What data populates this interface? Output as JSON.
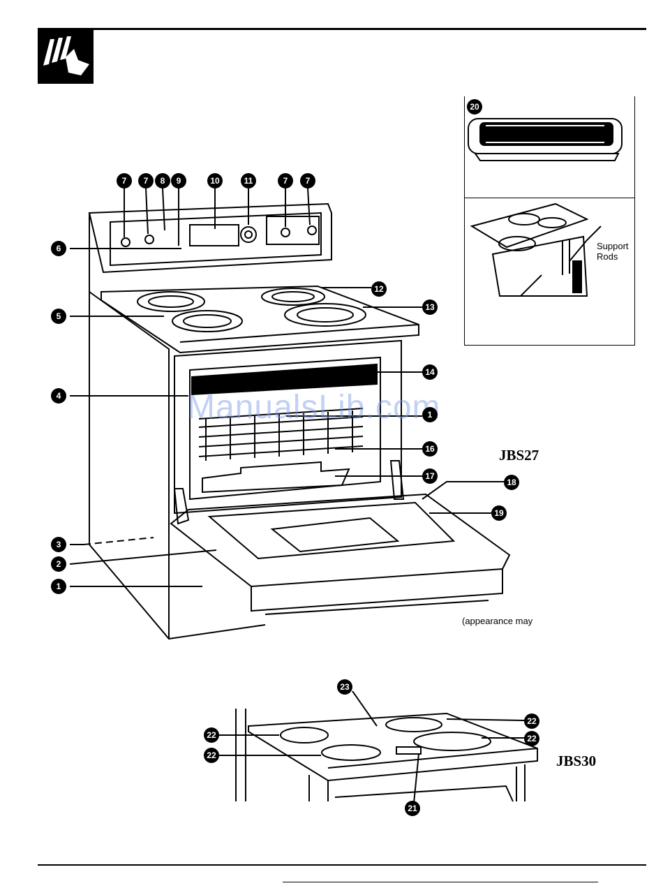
{
  "header": {
    "icon": "hand-pointer-icon"
  },
  "callouts": {
    "c1": "1",
    "c2": "2",
    "c3": "3",
    "c4": "4",
    "c5": "5",
    "c6": "6",
    "c7a": "7",
    "c7b": "7",
    "c8": "8",
    "c9": "9",
    "c10": "10",
    "c11": "11",
    "c7c": "7",
    "c7d": "7",
    "c12": "12",
    "c13": "13",
    "c14": "14",
    "c15": "1",
    "c16": "16",
    "c17": "17",
    "c18": "18",
    "c19": "19",
    "c20": "20",
    "c21": "21",
    "c22a": "22",
    "c22b": "22",
    "c22c": "22",
    "c22d": "22",
    "c23": "23"
  },
  "inset": {
    "support_rods_label": "Support\nRods"
  },
  "models": {
    "top": "JBS27",
    "bottom": "JBS30"
  },
  "appearance_note": "(appearance may",
  "watermark": "ManualsLib.com"
}
